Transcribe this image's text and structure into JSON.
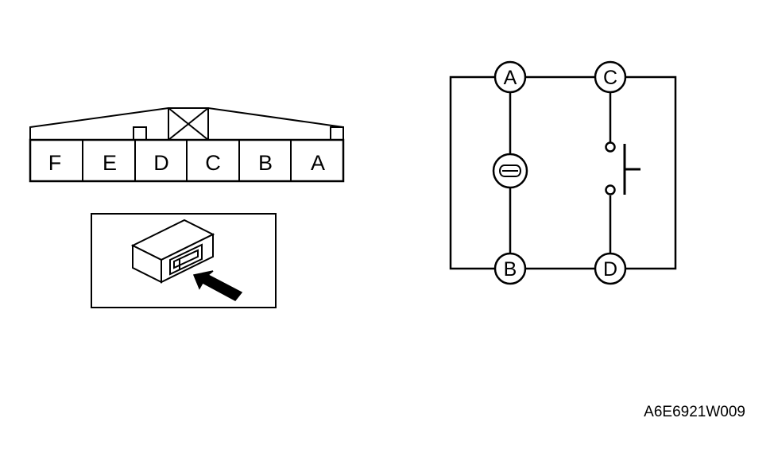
{
  "connector": {
    "pins": [
      "F",
      "E",
      "D",
      "C",
      "B",
      "A"
    ]
  },
  "schematic": {
    "nodes": {
      "a": "A",
      "b": "B",
      "c": "C",
      "d": "D"
    }
  },
  "figure_code": "A6E6921W009",
  "colors": {
    "line": "#000000",
    "background": "#ffffff"
  }
}
